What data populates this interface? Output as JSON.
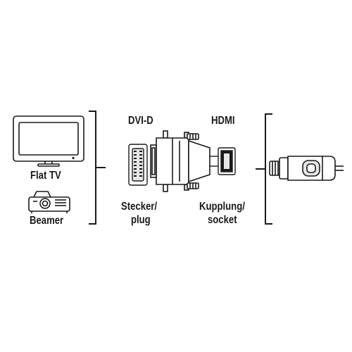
{
  "devices": {
    "flat_tv": "Flat TV",
    "beamer": "Beamer"
  },
  "adapter": {
    "left_connector": "DVI-D",
    "right_connector": "HDMI",
    "left_type_line1": "Stecker/",
    "left_type_line2": "plug",
    "right_type_line1": "Kupplung/",
    "right_type_line2": "socket"
  },
  "colors": {
    "line": "#1a1a1a",
    "fill": "#ffffff",
    "accent_gray": "#e6e6e6"
  }
}
